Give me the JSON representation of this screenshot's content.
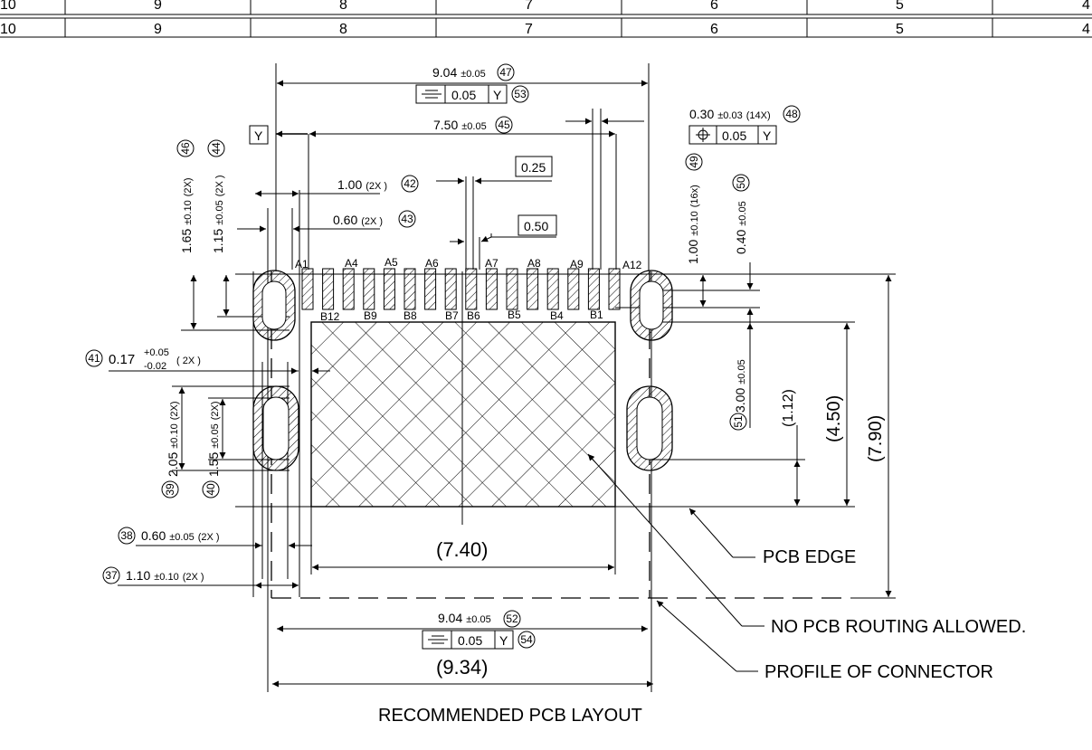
{
  "zone_labels_row1": [
    "10",
    "9",
    "8",
    "7",
    "6",
    "5",
    "4"
  ],
  "zone_labels_row2": [
    "10",
    "9",
    "8",
    "7",
    "6",
    "5",
    "4"
  ],
  "dims": {
    "w904_top": {
      "value": "9.04",
      "tol": "±0.05",
      "bubble": "47"
    },
    "flatness_top": {
      "val": "0.05",
      "datum": "Y",
      "bubble": "53"
    },
    "w750": {
      "value": "7.50",
      "tol": "±0.05",
      "bubble": "45"
    },
    "pin_width": {
      "value": "0.30",
      "tol": "±0.03",
      "qty": "(14X)",
      "bubble": "48"
    },
    "position_tol": {
      "val": "0.05",
      "datum": "Y"
    },
    "datum_label": "Y",
    "d025": "0.25",
    "d050": "0.50",
    "d100": {
      "value": "1.00",
      "qty": "(2X )",
      "bubble": "42"
    },
    "d060": {
      "value": "0.60",
      "qty": "(2X )",
      "bubble": "43"
    },
    "v165": {
      "value": "1.65",
      "tol": "±0.10",
      "qty": "(2X)",
      "bubble": "46"
    },
    "v115": {
      "value": "1.15",
      "tol": "±0.05",
      "qty": "(2X )",
      "bubble": "44"
    },
    "v100": {
      "value": "1.00",
      "tol": "±0.10",
      "qty": "(16x)",
      "bubble": "49"
    },
    "v040": {
      "value": "0.40",
      "tol": "±0.05",
      "bubble": "50"
    },
    "d017": {
      "bubble": "41",
      "value": "0.17",
      "tol_plus": "+0.05",
      "tol_minus": "-0.02",
      "qty": "( 2X )"
    },
    "v205": {
      "bubble": "39",
      "value": "2.05",
      "tol": "±0.10",
      "qty": "(2X)"
    },
    "v155": {
      "bubble": "40",
      "value": "1.55",
      "tol": "±0.05",
      "qty": "(2X)"
    },
    "v300": {
      "bubble": "51",
      "value": "3.00",
      "tol": "±0.05"
    },
    "ref112": "(1.12)",
    "ref450": "(4.50)",
    "ref790": "(7.90)",
    "ref740": "(7.40)",
    "d060b": {
      "bubble": "38",
      "value": "0.60",
      "tol": "±0.05",
      "qty": "(2X )"
    },
    "d110": {
      "bubble": "37",
      "value": "1.10",
      "tol": "±0.10",
      "qty": "(2X )"
    },
    "w904_bot": {
      "value": "9.04",
      "tol": "±0.05",
      "bubble": "52"
    },
    "flatness_bot": {
      "val": "0.05",
      "datum": "Y",
      "bubble": "54"
    },
    "ref934": "(9.34)"
  },
  "pins_top": [
    "A1",
    "A4",
    "A5",
    "A6",
    "A7",
    "A8",
    "A9",
    "A12"
  ],
  "pins_bottom": [
    "B12",
    "B9",
    "B8",
    "B7",
    "B6",
    "B5",
    "B4",
    "B1"
  ],
  "callouts": {
    "pcb_edge": "PCB EDGE",
    "no_routing": "NO PCB ROUTING ALLOWED.",
    "profile": "PROFILE OF CONNECTOR"
  },
  "title": "RECOMMENDED PCB LAYOUT"
}
